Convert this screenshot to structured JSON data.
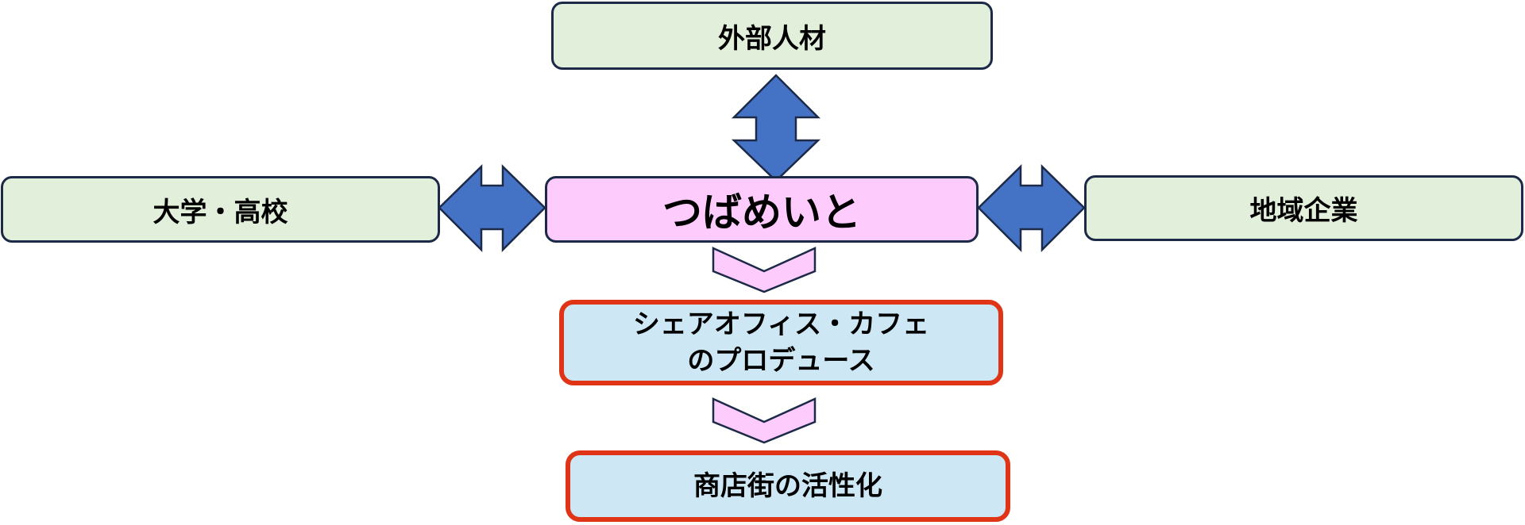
{
  "diagram": {
    "nodes": {
      "external_talent": {
        "label": "外部人材"
      },
      "university_highschool": {
        "label": "大学・高校"
      },
      "tsubameito": {
        "label": "つばめいと"
      },
      "local_companies": {
        "label": "地域企業"
      },
      "share_office_cafe": {
        "line1": "シェアオフィス・カフェ",
        "line2": "のプロデュース"
      },
      "shopping_street": {
        "label": "商店街の活性化"
      }
    },
    "connections": [
      {
        "from": "external_talent",
        "to": "tsubameito",
        "type": "bidirectional"
      },
      {
        "from": "university_highschool",
        "to": "tsubameito",
        "type": "bidirectional"
      },
      {
        "from": "local_companies",
        "to": "tsubameito",
        "type": "bidirectional"
      },
      {
        "from": "tsubameito",
        "to": "share_office_cafe",
        "type": "chevron"
      },
      {
        "from": "share_office_cafe",
        "to": "shopping_street",
        "type": "chevron"
      }
    ],
    "colors": {
      "partner_fill": "#e2efda",
      "center_fill": "#fdccfd",
      "outcome_fill": "#cde8f4",
      "outcome_border": "#df3416",
      "outline": "#1c2a48",
      "arrow_fill": "#4472c4",
      "chevron_fill": "#fdccfd"
    }
  }
}
